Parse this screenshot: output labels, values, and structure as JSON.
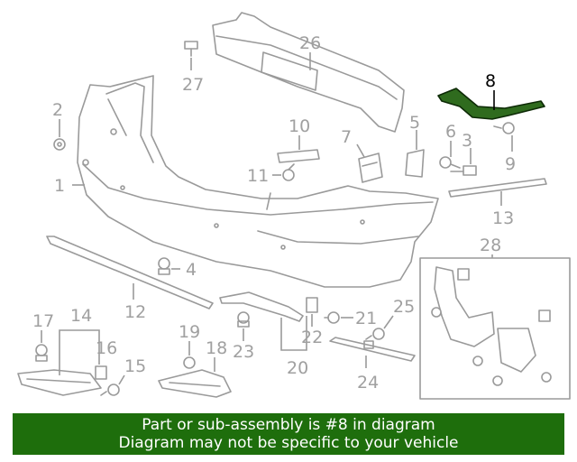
{
  "labels": {
    "l1": "1",
    "l2": "2",
    "l3": "3",
    "l4": "4",
    "l5": "5",
    "l6": "6",
    "l7": "7",
    "l8": "8",
    "l9": "9",
    "l10": "10",
    "l11": "11",
    "l12": "12",
    "l13": "13",
    "l14": "14",
    "l15": "15",
    "l16": "16",
    "l17": "17",
    "l18": "18",
    "l19": "19",
    "l20": "20",
    "l21": "21",
    "l22": "22",
    "l23": "23",
    "l24": "24",
    "l25": "25",
    "l26": "26",
    "l27": "27",
    "l28": "28"
  },
  "highlighted_part": "8",
  "banner": {
    "line1": "Part or sub-assembly is #8 in diagram",
    "line2": "Diagram may not be specific to your vehicle"
  },
  "colors": {
    "banner": "#1e6e0c",
    "highlight": "#2f6b1e",
    "line": "#9a9a9a"
  }
}
